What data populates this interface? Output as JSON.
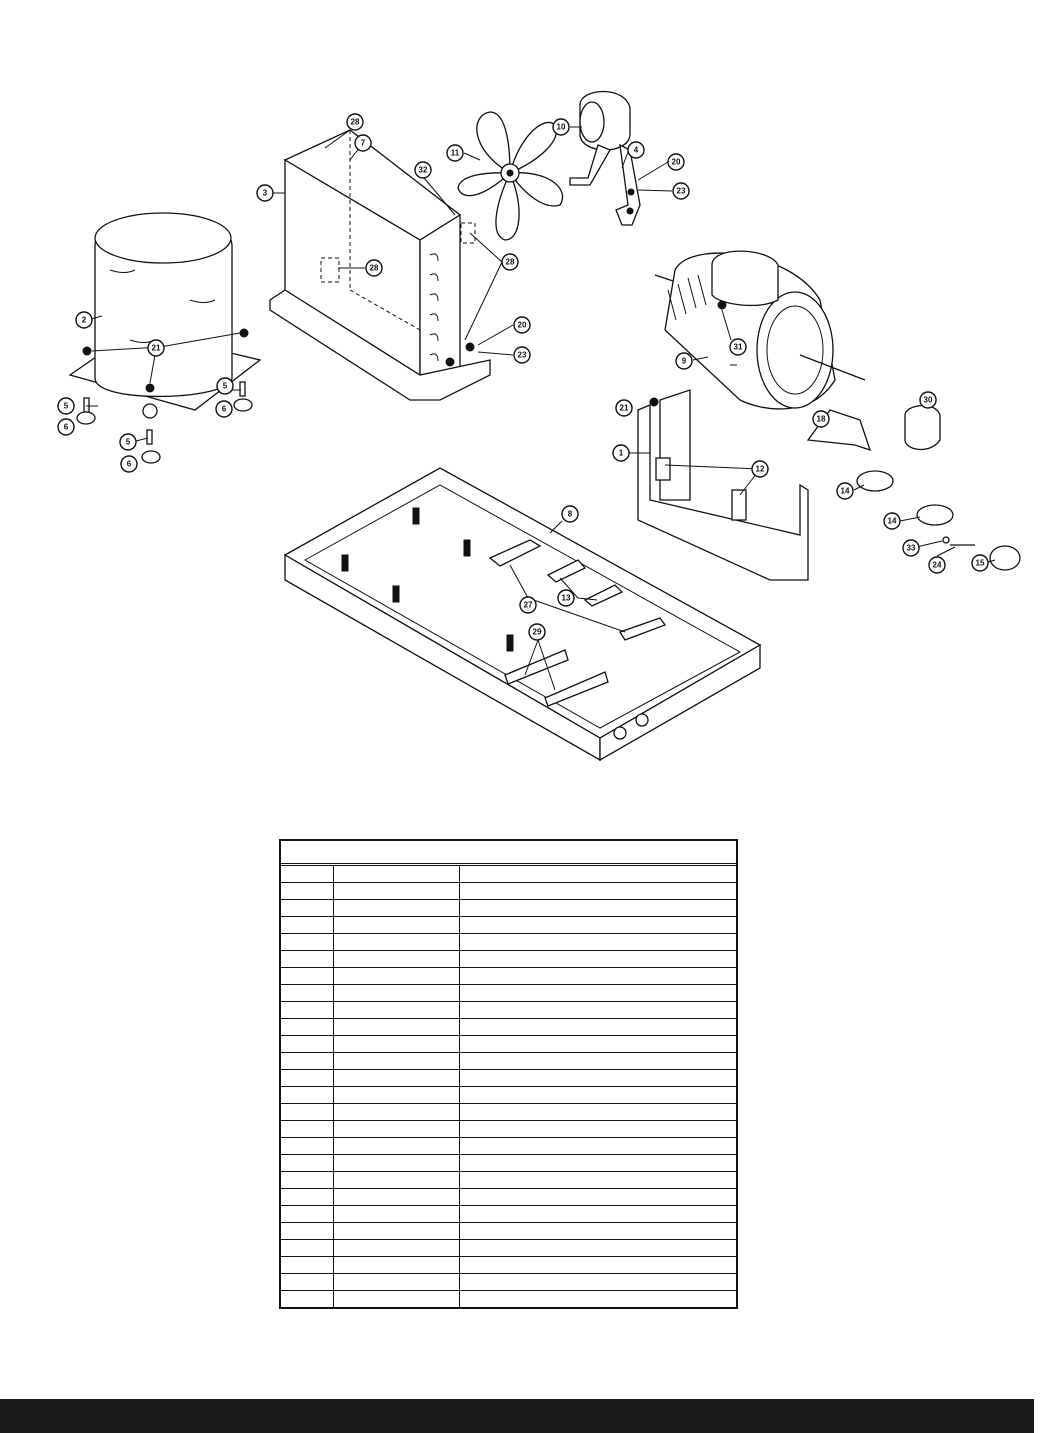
{
  "diagram": {
    "callouts": [
      "1",
      "2",
      "3",
      "4",
      "5",
      "5",
      "5",
      "6",
      "6",
      "6",
      "7",
      "8",
      "9",
      "10",
      "11",
      "12",
      "13",
      "14",
      "14",
      "15",
      "18",
      "20",
      "20",
      "21",
      "21",
      "23",
      "23",
      "24",
      "27",
      "28",
      "28",
      "28",
      "29",
      "30",
      "31",
      "32",
      "33"
    ]
  },
  "table": {
    "title": "",
    "rows": [
      [
        "",
        "",
        ""
      ],
      [
        "",
        "",
        ""
      ],
      [
        "",
        "",
        ""
      ],
      [
        "",
        "",
        ""
      ],
      [
        "",
        "",
        ""
      ],
      [
        "",
        "",
        ""
      ],
      [
        "",
        "",
        ""
      ],
      [
        "",
        "",
        ""
      ],
      [
        "",
        "",
        ""
      ],
      [
        "",
        "",
        ""
      ],
      [
        "",
        "",
        ""
      ],
      [
        "",
        "",
        ""
      ],
      [
        "",
        "",
        ""
      ],
      [
        "",
        "",
        ""
      ],
      [
        "",
        "",
        ""
      ],
      [
        "",
        "",
        ""
      ],
      [
        "",
        "",
        ""
      ],
      [
        "",
        "",
        ""
      ],
      [
        "",
        "",
        ""
      ],
      [
        "",
        "",
        ""
      ],
      [
        "",
        "",
        ""
      ],
      [
        "",
        "",
        ""
      ],
      [
        "",
        "",
        ""
      ],
      [
        "",
        "",
        ""
      ],
      [
        "",
        "",
        ""
      ],
      [
        "",
        "",
        ""
      ]
    ]
  }
}
